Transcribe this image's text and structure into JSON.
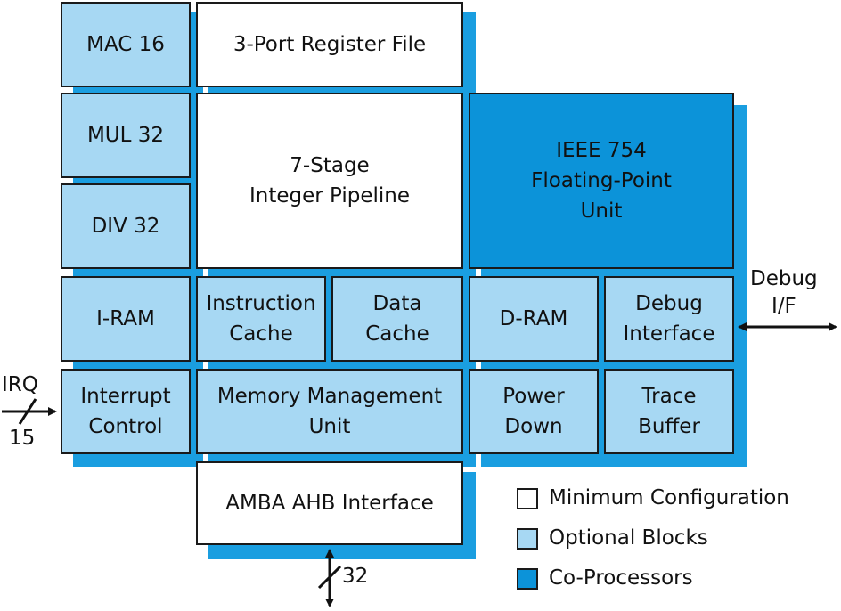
{
  "colors": {
    "minimum": "#ffffff",
    "optional": "#a7d8f3",
    "coprocessor": "#0c93d9",
    "shadow": "#1a9ee0",
    "border": "#1a1a1a"
  },
  "blocks": {
    "mac16": [
      "MAC 16"
    ],
    "register_file": [
      "3-Port Register File"
    ],
    "mul32": [
      "MUL 32"
    ],
    "pipeline": [
      "7-Stage",
      "Integer Pipeline"
    ],
    "fpu": [
      "IEEE 754",
      "Floating-Point",
      "Unit"
    ],
    "div32": [
      "DIV 32"
    ],
    "iram": [
      "I-RAM"
    ],
    "icache": [
      "Instruction",
      "Cache"
    ],
    "dcache": [
      "Data",
      "Cache"
    ],
    "dram": [
      "D-RAM"
    ],
    "debug_interface": [
      "Debug",
      "Interface"
    ],
    "interrupt_control": [
      "Interrupt",
      "Control"
    ],
    "mmu": [
      "Memory Management",
      "Unit"
    ],
    "power_down": [
      "Power",
      "Down"
    ],
    "trace_buffer": [
      "Trace",
      "Buffer"
    ],
    "amba": [
      "AMBA AHB Interface"
    ]
  },
  "signals": {
    "debug_label_1": "Debug",
    "debug_label_2": "I/F",
    "irq_label": "IRQ",
    "irq_width": "15",
    "bus_width": "32"
  },
  "legend": {
    "minimum": "Minimum Configuration",
    "optional": "Optional Blocks",
    "coprocessor": "Co-Processors"
  }
}
